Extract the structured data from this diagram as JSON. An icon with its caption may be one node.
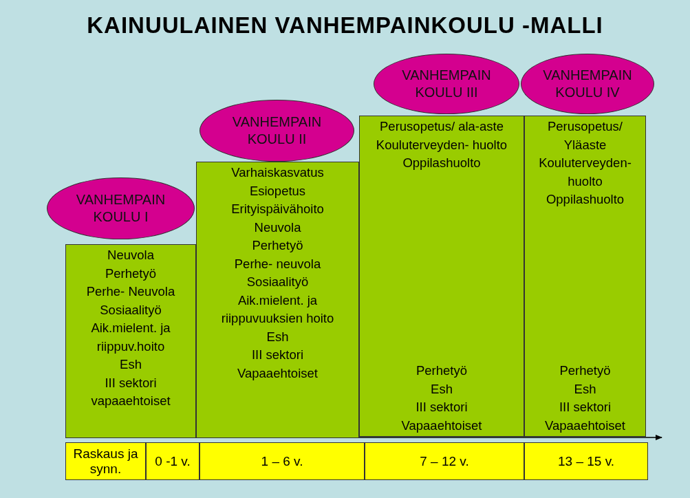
{
  "diagram": {
    "title": "KAINUULAINEN VANHEMPAINKOULU -MALLI",
    "nodes": [
      {
        "text": [
          "VANHEMPAIN KOULU I"
        ]
      },
      {
        "text": [
          "VANHEMPAIN KOULU II"
        ]
      },
      {
        "text": [
          "VANHEMPAIN KOULU III"
        ]
      },
      {
        "text": [
          "VANHEMPAIN KOULU IV"
        ]
      },
      {
        "text": [
          "Neuvola",
          "Perhetyö",
          "Perhe- Neuvola",
          "Sosiaalityö",
          "Aik.mielent. ja riippuv.hoito",
          "Esh",
          "III sektori",
          "vapaaehtoiset"
        ]
      },
      {
        "text": [
          "Varhaiskasvatus",
          "Esiopetus",
          "Erityispäivähoito",
          "Neuvola",
          "Perhetyö",
          "Perhe- neuvola",
          "Sosiaalityö",
          "Aik.mielent. ja riippuvuuksien hoito",
          "Esh",
          "III sektori",
          "Vapaaehtoiset"
        ]
      },
      {
        "text": [
          "Perusopetus/ ala-aste",
          "Kouluterveyden- huolto",
          "Oppilashuolto",
          "Perhetyö",
          "Esh",
          "III sektori",
          "Vapaaehtoiset"
        ]
      },
      {
        "text": [
          "Perusopetus/ Yläaste",
          "Kouluterveyden- huolto",
          "Oppilashuolto",
          "Perhetyö",
          "Esh",
          "III sektori",
          "Vapaaehtoiset"
        ]
      },
      {
        "text": [
          "Raskaus ja synn."
        ]
      },
      {
        "text": [
          "0 -1 v."
        ]
      },
      {
        "text": [
          "1 – 6 v."
        ]
      },
      {
        "text": [
          "7 – 12 v."
        ]
      },
      {
        "text": [
          "13 – 15 v."
        ]
      }
    ]
  }
}
